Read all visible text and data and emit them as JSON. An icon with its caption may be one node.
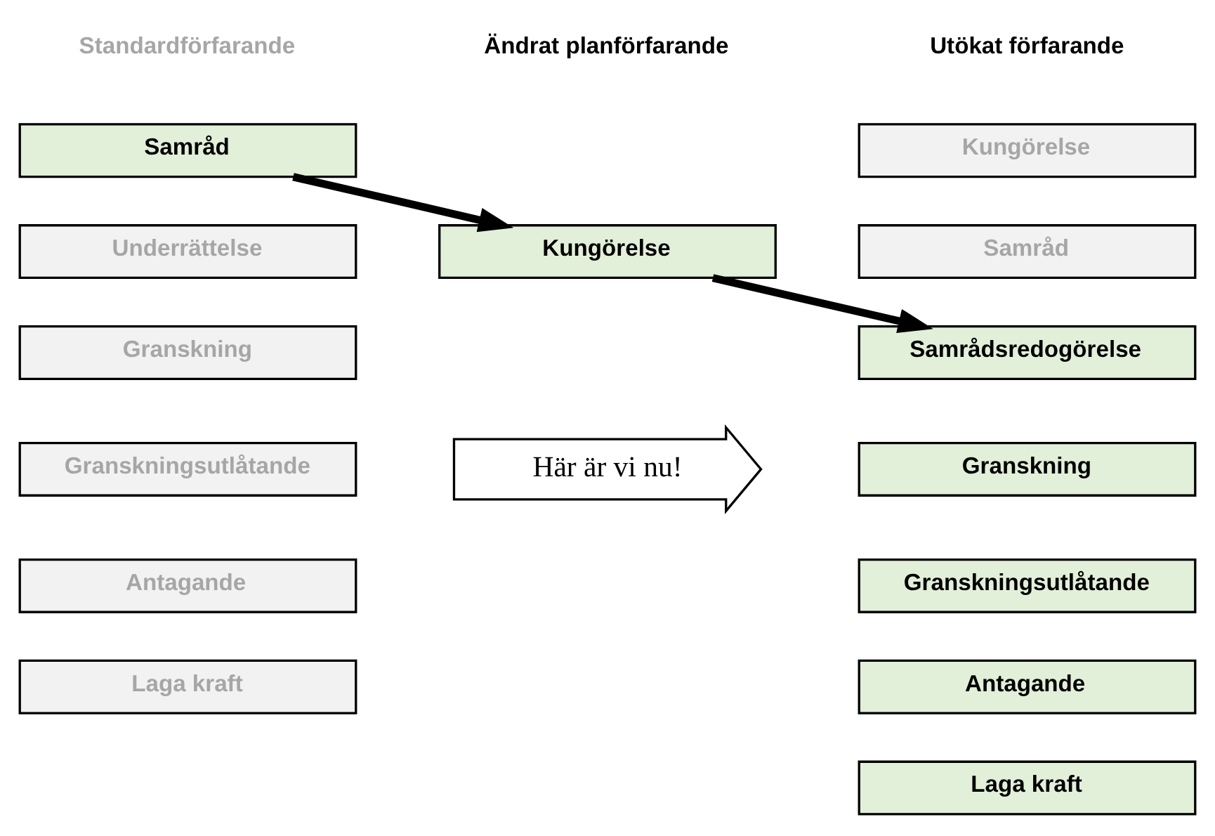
{
  "diagram": {
    "nodes": [
      {
        "text": [
          "Samråd"
        ]
      },
      {
        "text": [
          "Underrättelse"
        ]
      },
      {
        "text": [
          "Granskning"
        ]
      },
      {
        "text": [
          "Granskningsutlåtande"
        ]
      },
      {
        "text": [
          "Antagande"
        ]
      },
      {
        "text": [
          "Laga kraft"
        ]
      },
      {
        "text": [
          "Kungörelse"
        ]
      },
      {
        "text": [
          "Kungörelse"
        ]
      },
      {
        "text": [
          "Samråd"
        ]
      },
      {
        "text": [
          "Samrådsredogörelse"
        ]
      },
      {
        "text": [
          "Granskning"
        ]
      },
      {
        "text": [
          "Granskningsutlåtande"
        ]
      },
      {
        "text": [
          "Antagande"
        ]
      },
      {
        "text": [
          "Laga kraft"
        ]
      },
      {
        "text": [
          "Här är vi nu!"
        ]
      }
    ],
    "edges": [
      {
        "from": 0,
        "to": 6,
        "arrow": "to"
      },
      {
        "from": 6,
        "to": 9,
        "arrow": "to"
      }
    ],
    "labels": [
      "Standardförfarande",
      "Ändrat planförfarande",
      "Utökat förfarande"
    ]
  }
}
